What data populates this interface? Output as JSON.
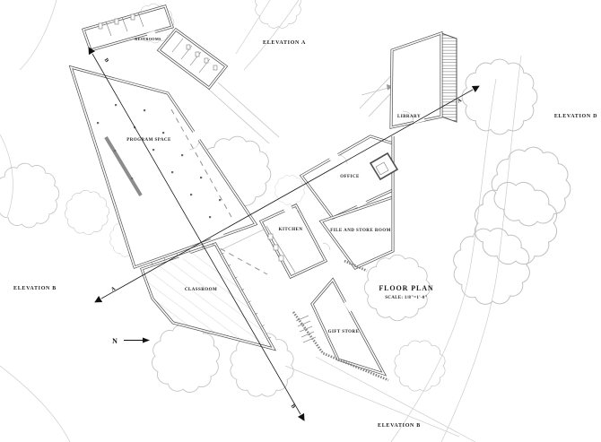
{
  "drawing": {
    "titleblock": {
      "title": "FLOOR PLAN",
      "scale": "SCALE: 1/8\"=1'-0\""
    },
    "north": {
      "label": "N"
    },
    "elevations": {
      "a": "ELEVATION A",
      "d": "ELEVATION D",
      "b_left": "ELEVATION B",
      "b_bottom": "ELEVATION B"
    },
    "rooms": {
      "restrooms": "RESTROOMS",
      "program_space": "PROGRAM SPACE",
      "classroom": "CLASSROOM",
      "library": "LIBRARY",
      "office": "OFFICE",
      "kitchen": "KITCHEN",
      "file_store_room": "FILE AND STORE ROOM",
      "gift_store": "GIFT STORE"
    },
    "sections": {
      "a": "A",
      "b": "B"
    },
    "colors": {
      "paper": "#ffffff",
      "wall": "#4f4f4f",
      "landscape": "#c9c9c9",
      "tree": "#c0c0c0",
      "text": "#1c1c1c",
      "section_line": "#1a1a1a"
    }
  }
}
